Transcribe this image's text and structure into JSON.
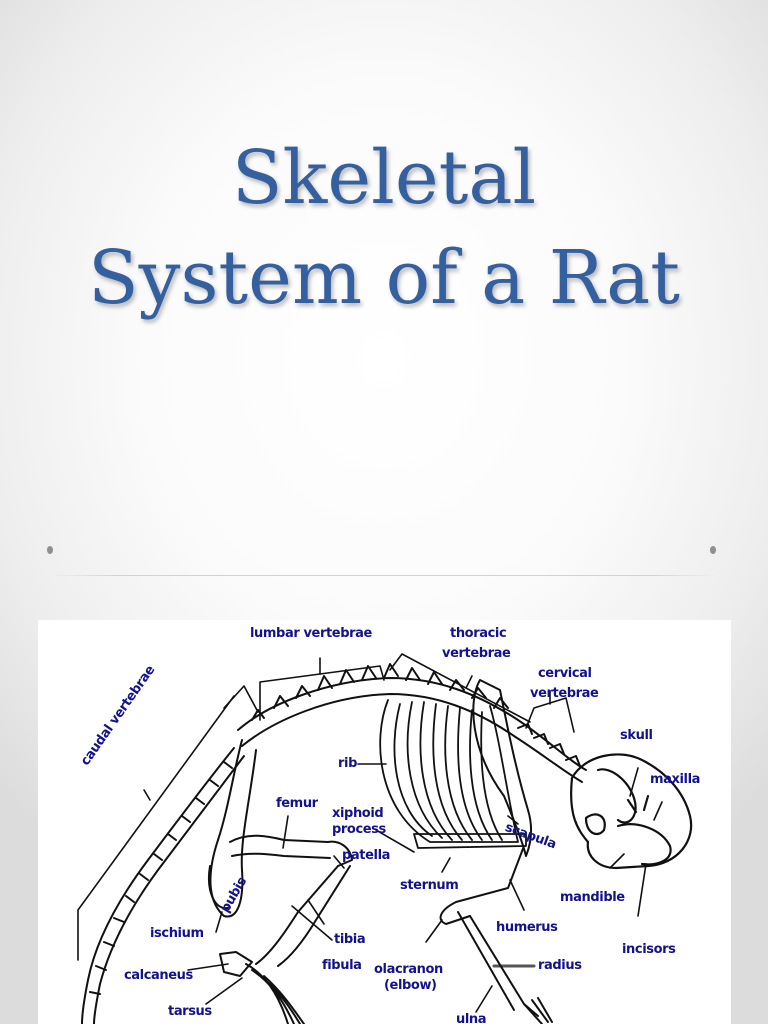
{
  "slide": {
    "title_line1": "Skeletal",
    "title_line2": "System of a Rat",
    "title_color": "#34609f",
    "bullets": [
      "",
      ""
    ]
  },
  "diagram": {
    "label_color": "#12128f",
    "labels": {
      "lumbar_vertebrae": "lumbar vertebrae",
      "thoracic_vertebrae_1": "thoracic",
      "thoracic_vertebrae_2": "vertebrae",
      "cervical_vertebrae_1": "cervical",
      "cervical_vertebrae_2": "vertebrae",
      "caudal_vertebrae": "caudal vertebrae",
      "skull": "skull",
      "maxilla": "maxilla",
      "rib": "rib",
      "femur": "femur",
      "xiphoid_process_1": "xiphoid",
      "xiphoid_process_2": "process",
      "scapula": "scapula",
      "patella": "patella",
      "sternum": "sternum",
      "mandible": "mandible",
      "pubis": "pubis",
      "ischium": "ischium",
      "tibia": "tibia",
      "humerus": "humerus",
      "incisors": "incisors",
      "fibula": "fibula",
      "calcaneus": "calcaneus",
      "olecranon_1": "olacranon",
      "olecranon_2": "(elbow)",
      "radius": "radius",
      "tarsus": "tarsus",
      "ulna": "ulna"
    }
  }
}
